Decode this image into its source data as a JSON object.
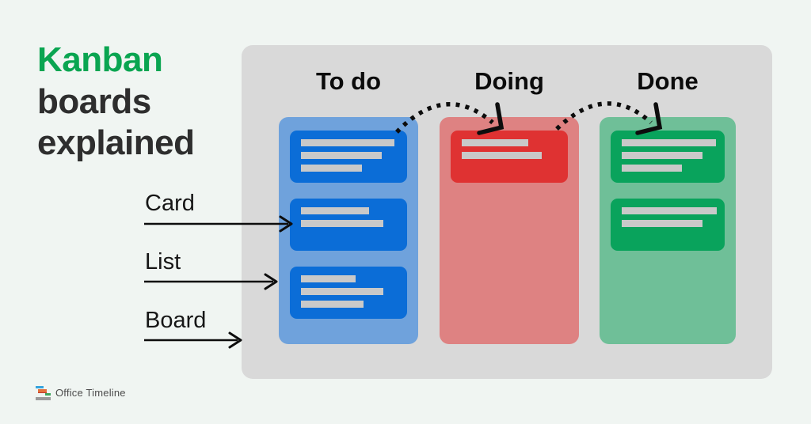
{
  "title": {
    "highlight": "Kanban",
    "line2": "boards",
    "line3": "explained"
  },
  "legend": {
    "items": [
      {
        "label": "Card"
      },
      {
        "label": "List"
      },
      {
        "label": "Board"
      }
    ]
  },
  "board": {
    "columns": [
      {
        "name": "To do",
        "color": "blue",
        "cards": [
          {
            "lines": [
              118,
              102,
              77
            ]
          },
          {
            "lines": [
              86,
              104
            ]
          },
          {
            "lines": [
              69,
              104,
              79
            ]
          }
        ]
      },
      {
        "name": "Doing",
        "color": "red",
        "cards": [
          {
            "lines": [
              84,
              101
            ]
          }
        ]
      },
      {
        "name": "Done",
        "color": "green",
        "cards": [
          {
            "lines": [
              119,
              102,
              76
            ]
          },
          {
            "lines": [
              120,
              102
            ]
          }
        ]
      }
    ]
  },
  "flow_arrows": [
    {
      "from": "To do",
      "to": "Doing",
      "style": "dotted-arc"
    },
    {
      "from": "Doing",
      "to": "Done",
      "style": "dotted-arc"
    }
  ],
  "footer": {
    "brand": "Office Timeline"
  },
  "colors": {
    "page-bg": "#f0f5f2",
    "board-bg": "#d9d9d9",
    "column-blue": "#6fa2dc",
    "card-blue": "#0b6dd7",
    "column-red": "#de8282",
    "card-red": "#df3232",
    "column-green": "#6fbf98",
    "card-green": "#09a35c",
    "text-bar": "#c9c9c9",
    "title-green": "#0aa551",
    "ink": "#2e2e2e",
    "arrow-black": "#0d0d0d",
    "brand-gray": "#4c4c4c"
  }
}
